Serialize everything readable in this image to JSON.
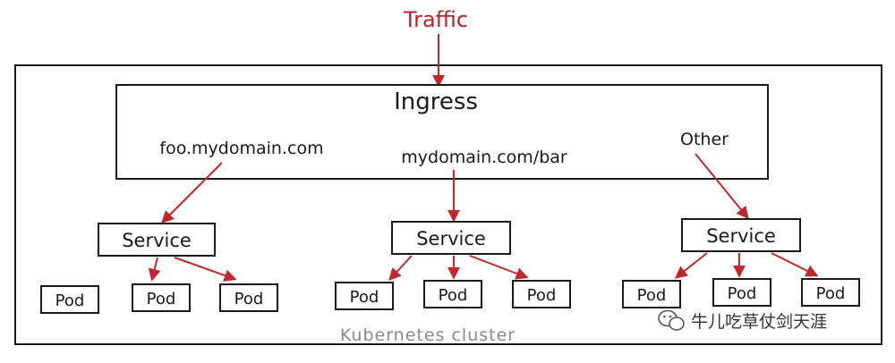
{
  "diagram": {
    "traffic_label": "Traffic",
    "cluster_label": "Kubernetes cluster",
    "ingress": {
      "title": "Ingress",
      "rules": [
        {
          "label": "foo.mydomain.com"
        },
        {
          "label": "mydomain.com/bar"
        },
        {
          "label": "Other"
        }
      ]
    },
    "services": [
      {
        "label": "Service",
        "pods": [
          "Pod",
          "Pod",
          "Pod"
        ]
      },
      {
        "label": "Service",
        "pods": [
          "Pod",
          "Pod",
          "Pod"
        ]
      },
      {
        "label": "Service",
        "pods": [
          "Pod",
          "Pod",
          "Pod"
        ]
      }
    ]
  },
  "watermark": {
    "text": "牛儿吃草仗剑天涯",
    "icon": "wechat-icon"
  },
  "colors": {
    "arrow": "#c0282e",
    "traffic_text": "#b3262b",
    "line": "#1a1a1a",
    "cluster_label": "#8a8a8a"
  }
}
